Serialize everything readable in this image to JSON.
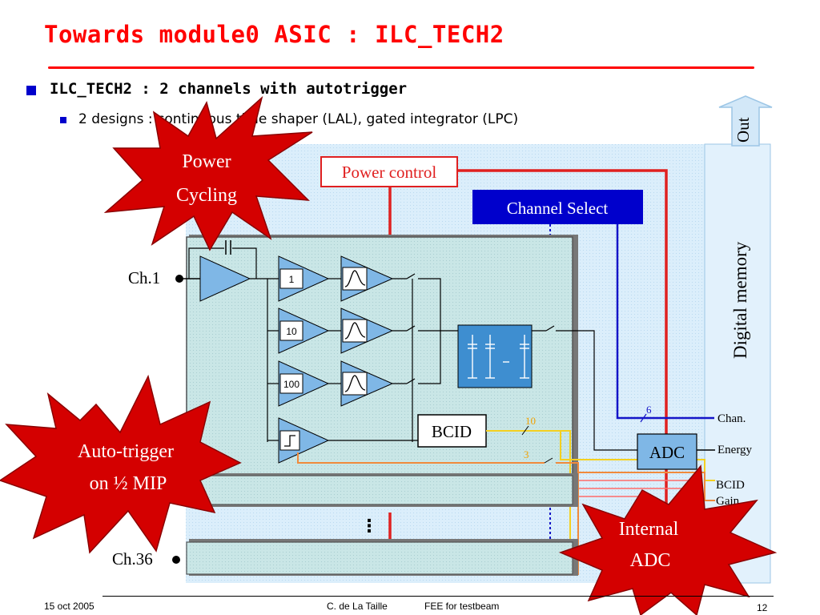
{
  "slide": {
    "title": "Towards module0 ASIC : ILC_TECH2",
    "bullet_main": "ILC_TECH2 : 2 channels with autotrigger",
    "bullet_sub": "2 designs : continuous time shaper (LAL), gated integrator (LPC)"
  },
  "diagram": {
    "out_label": "Out",
    "digital_memory": "Digital memory",
    "power_control": "Power control",
    "channel_select": "Channel Select",
    "ch1": "Ch.1",
    "ch36": "Ch.36",
    "gain_1": "1",
    "gain_10": "10",
    "gain_100": "100",
    "bcid": "BCID",
    "adc": "ADC",
    "bus_10": "10",
    "bus_3": "3",
    "bus_6": "6",
    "out_chan": "Chan.",
    "out_energy": "Energy",
    "out_bcid": "BCID",
    "out_gain": "Gain",
    "ellipsis": "⋮"
  },
  "callouts": {
    "power_cycling": [
      "Power",
      "Cycling"
    ],
    "auto_trigger": [
      "Auto-trigger",
      "on ½ MIP"
    ],
    "internal_adc": [
      "Internal",
      "ADC"
    ]
  },
  "footer": {
    "date": "15 oct 2005",
    "author": "C. de La Taille",
    "talk": "FEE for testbeam",
    "page": "12"
  },
  "colors": {
    "title_red": "#ff0000",
    "bullet_blue": "#0000cc",
    "burst_red": "#d40000",
    "panel_blue": "#cfe6f8",
    "channel_select_blue": "#0000cc"
  }
}
